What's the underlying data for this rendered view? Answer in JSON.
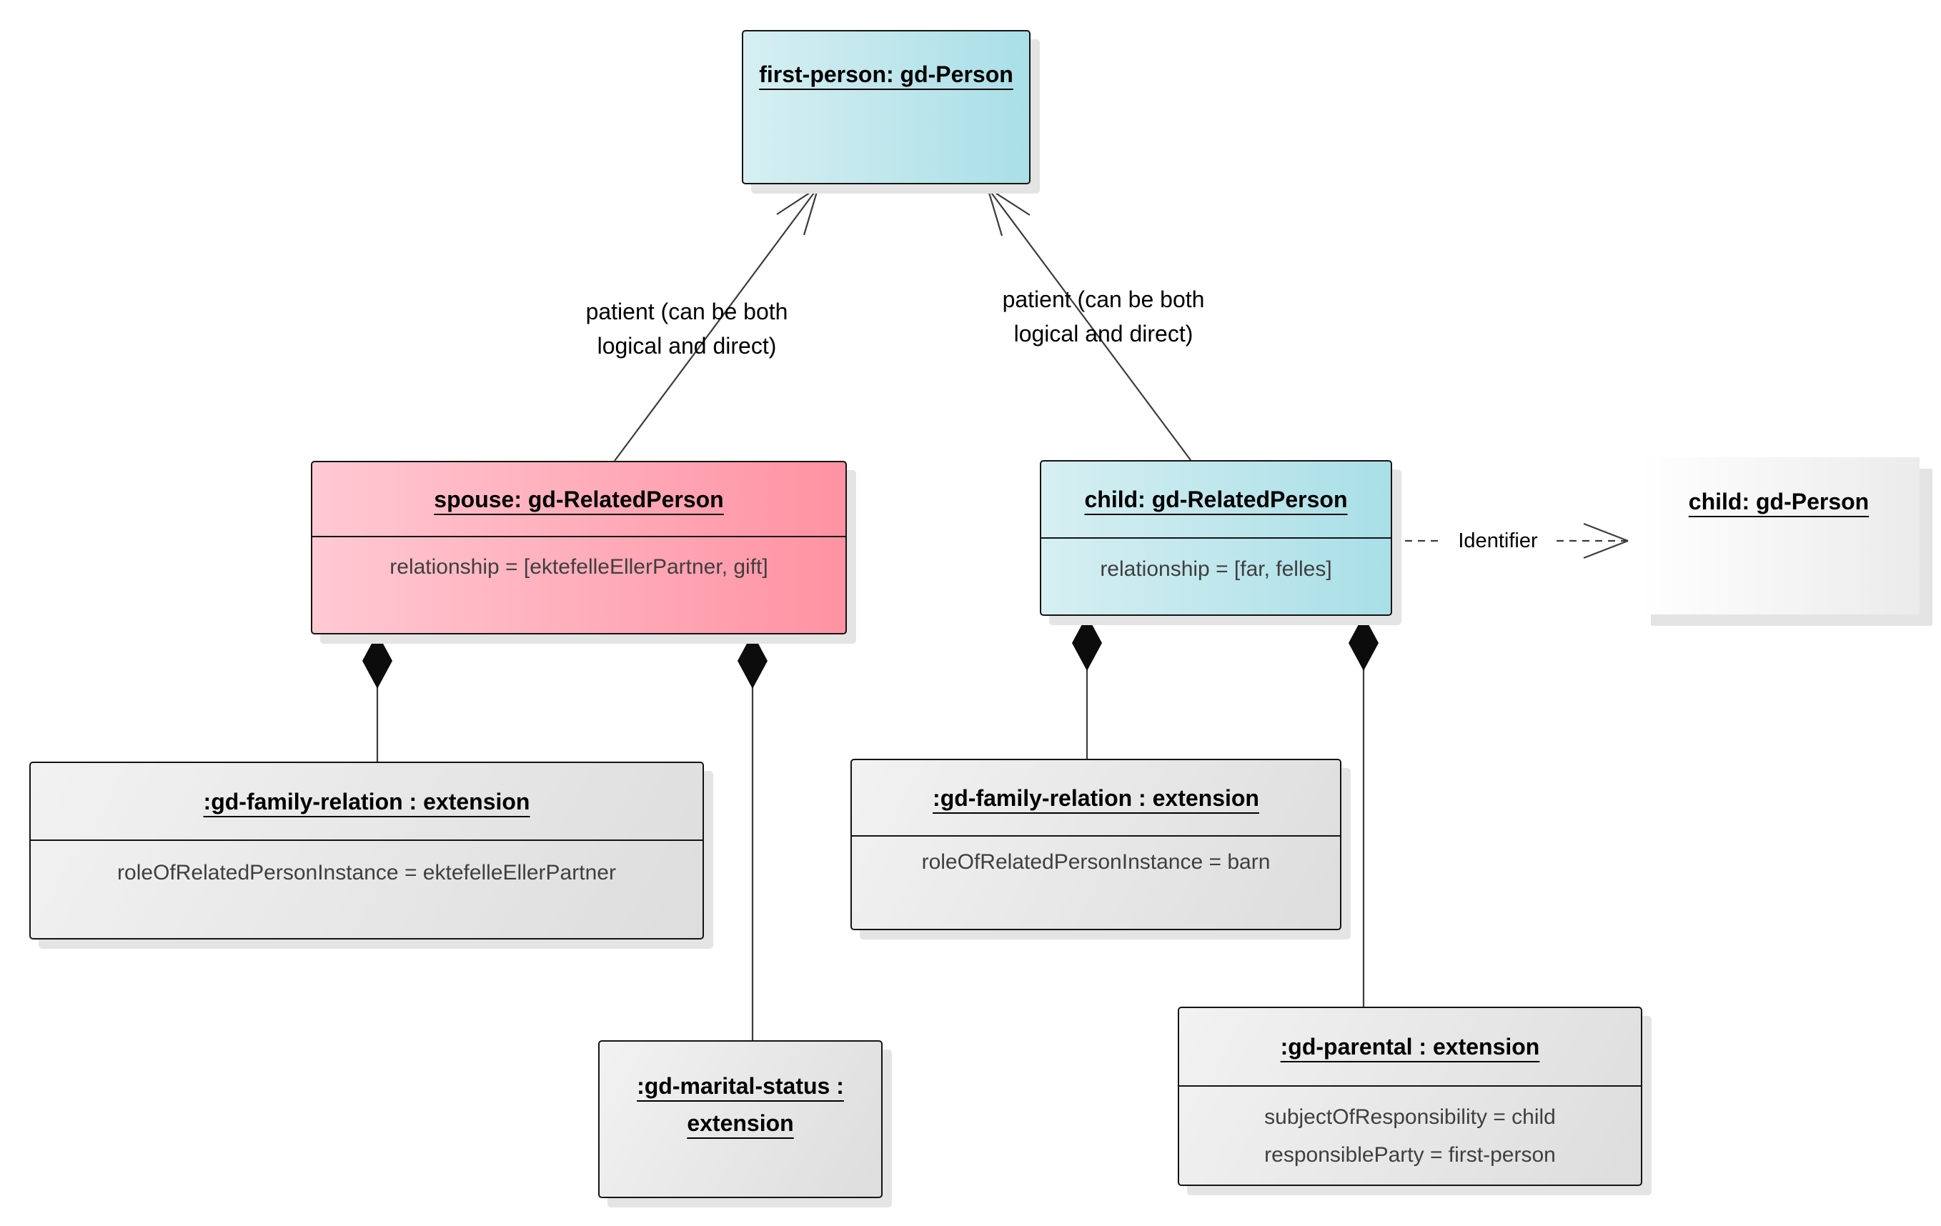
{
  "diagram": {
    "nodes": {
      "first_person": {
        "title": "first-person: gd-Person"
      },
      "spouse": {
        "title": "spouse: gd-RelatedPerson",
        "attributes": [
          "relationship = [ektefelleEllerPartner, gift]"
        ]
      },
      "child_related": {
        "title": "child: gd-RelatedPerson",
        "attributes": [
          "relationship = [far, felles]"
        ]
      },
      "child_person": {
        "title": "child: gd-Person"
      },
      "family_relation_spouse": {
        "title": ":gd-family-relation : extension",
        "attributes": [
          "roleOfRelatedPersonInstance = ektefelleEllerPartner"
        ]
      },
      "marital_status": {
        "title": ":gd-marital-status : extension"
      },
      "family_relation_child": {
        "title": ":gd-family-relation : extension",
        "attributes": [
          "roleOfRelatedPersonInstance = barn"
        ]
      },
      "parental": {
        "title": ":gd-parental : extension",
        "attributes": [
          "subjectOfResponsibility = child",
          "responsibleParty = first-person"
        ]
      }
    },
    "labels": {
      "patient_left_line1": "patient (can be both",
      "patient_left_line2": "logical and direct)",
      "patient_right_line1": "patient (can be both",
      "patient_right_line2": "logical and direct)",
      "identifier": "Identifier"
    },
    "colors": {
      "person_gradient_start": "#d6eff2",
      "person_gradient_end": "#a9dfe7",
      "spouse_gradient_start": "#ffc9d3",
      "spouse_gradient_end": "#ff92a3",
      "extension_gradient_start": "#f2f2f2",
      "extension_gradient_end": "#dddddd",
      "plain_gradient_start": "#ffffff",
      "plain_gradient_end": "#ebebeb",
      "node_border": "#141414",
      "connector_color": "#3c3c3c",
      "attr_text": "#3f3f3f",
      "shadow_color": "#e4e4e4"
    }
  }
}
